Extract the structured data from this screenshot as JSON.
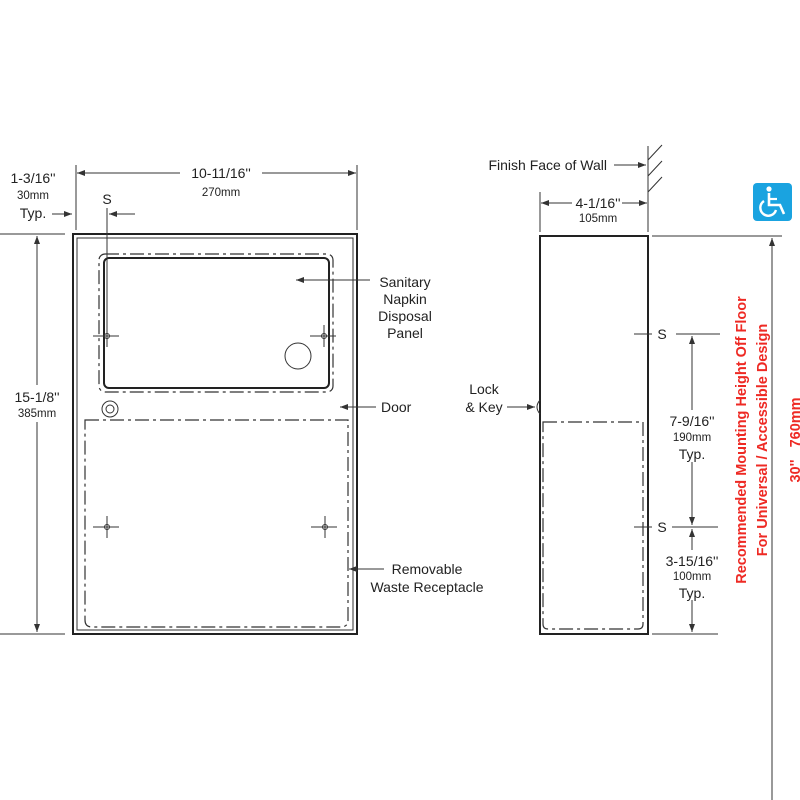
{
  "front_view": {
    "width_dim": {
      "imperial": "10-11/16''",
      "metric": "270mm"
    },
    "offset_dim": {
      "imperial": "1-3/16''",
      "metric": "30mm",
      "note": "Typ."
    },
    "height_dim": {
      "imperial": "15-1/8''",
      "metric": "385mm"
    },
    "s_label": "S",
    "labels": {
      "panel": [
        "Sanitary",
        "Napkin",
        "Disposal",
        "Panel"
      ],
      "door": "Door",
      "receptacle": [
        "Removable",
        "Waste Receptacle"
      ]
    }
  },
  "side_view": {
    "wall_label": "Finish Face of Wall",
    "depth_dim": {
      "imperial": "4-1/16''",
      "metric": "105mm"
    },
    "lock_label": [
      "Lock",
      "& Key"
    ],
    "s_label": "S",
    "spacing_dim": {
      "imperial": "7-9/16''",
      "metric": "190mm",
      "note": "Typ."
    },
    "bottom_dim": {
      "imperial": "3-15/16''",
      "metric": "100mm",
      "note": "Typ."
    },
    "mounting": {
      "line1": "Recommended Mounting Height Off Floor",
      "line2": "For Universal / Accessible Design",
      "value": "30''   760mm"
    }
  },
  "icons": {
    "accessibility": "wheelchair-icon"
  },
  "colors": {
    "accent_red": "#ee2a24",
    "accessibility_blue": "#1aa3e0"
  }
}
